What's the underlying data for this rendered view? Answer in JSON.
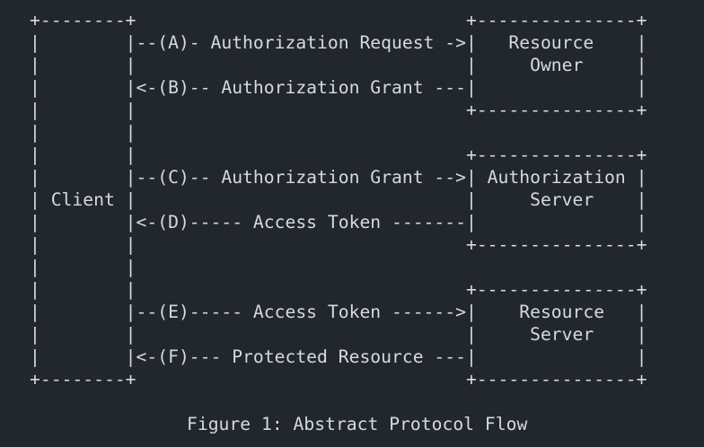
{
  "colors": {
    "background": "#22262d",
    "text": "#d5dae2"
  },
  "figure": {
    "ascii_lines": [
      "+--------+                               +---------------+",
      "|        |--(A)- Authorization Request ->|   Resource    |",
      "|        |                               |     Owner     |",
      "|        |<-(B)-- Authorization Grant ---|               |",
      "|        |                               +---------------+",
      "|        |",
      "|        |                               +---------------+",
      "|        |--(C)-- Authorization Grant -->| Authorization |",
      "| Client |                               |     Server    |",
      "|        |<-(D)----- Access Token -------|               |",
      "|        |                               +---------------+",
      "|        |",
      "|        |                               +---------------+",
      "|        |--(E)----- Access Token ------>|    Resource   |",
      "|        |                               |     Server    |",
      "|        |<-(F)--- Protected Resource ---|               |",
      "+--------+                               +---------------+"
    ],
    "caption": "Figure 1: Abstract Protocol Flow"
  },
  "semantics": {
    "entities": [
      "Client",
      "Resource Owner",
      "Authorization Server",
      "Resource Server"
    ],
    "steps": [
      {
        "id": "A",
        "label": "Authorization Request",
        "from": "Client",
        "to": "Resource Owner"
      },
      {
        "id": "B",
        "label": "Authorization Grant",
        "from": "Resource Owner",
        "to": "Client"
      },
      {
        "id": "C",
        "label": "Authorization Grant",
        "from": "Client",
        "to": "Authorization Server"
      },
      {
        "id": "D",
        "label": "Access Token",
        "from": "Authorization Server",
        "to": "Client"
      },
      {
        "id": "E",
        "label": "Access Token",
        "from": "Client",
        "to": "Resource Server"
      },
      {
        "id": "F",
        "label": "Protected Resource",
        "from": "Resource Server",
        "to": "Client"
      }
    ]
  }
}
